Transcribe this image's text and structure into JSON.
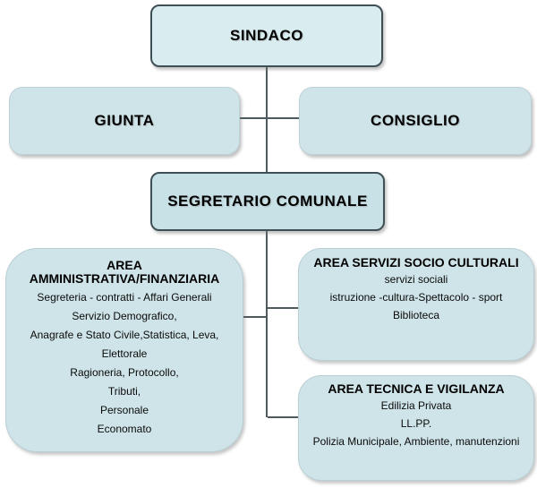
{
  "title": "Organigramma comunale",
  "colors": {
    "background": "#ffffff",
    "box_fill": "#cfe4e9",
    "box_fill_light": "#d9ecef",
    "box_fill_segretario": "#c8e1e7",
    "box_border_dark": "#3e5055",
    "connector": "#4c5a5e",
    "text": "#000000"
  },
  "nodes": {
    "sindaco": {
      "label": "SINDACO"
    },
    "giunta": {
      "label": "GIUNTA"
    },
    "consiglio": {
      "label": "CONSIGLIO"
    },
    "segretario": {
      "label": "SEGRETARIO COMUNALE"
    },
    "area_amministrativa": {
      "title": [
        "AREA",
        "AMMINISTRATIVA/FINANZIARIA"
      ],
      "lines": [
        "Segreteria - contratti - Affari Generali",
        "Servizio Demografico,",
        "Anagrafe e Stato Civile,Statistica, Leva,",
        "Elettorale",
        "Ragioneria, Protocollo,",
        "Tributi,",
        "Personale",
        "Economato"
      ]
    },
    "area_servizi_socio_culturali": {
      "title": [
        "AREA  SERVIZI SOCIO CULTURALI"
      ],
      "lines": [
        "servizi sociali",
        "istruzione -cultura-Spettacolo  - sport",
        "Biblioteca"
      ]
    },
    "area_tecnica_vigilanza": {
      "title": [
        "AREA TECNICA E VIGILANZA"
      ],
      "lines": [
        "Edilizia Privata",
        "LL.PP.",
        "Polizia Municipale, Ambiente, manutenzioni"
      ]
    }
  },
  "hierarchy": {
    "root": "sindaco",
    "edges": [
      [
        "sindaco",
        "giunta"
      ],
      [
        "sindaco",
        "consiglio"
      ],
      [
        "sindaco",
        "segretario"
      ],
      [
        "segretario",
        "area_amministrativa"
      ],
      [
        "segretario",
        "area_servizi_socio_culturali"
      ],
      [
        "segretario",
        "area_tecnica_vigilanza"
      ]
    ]
  }
}
